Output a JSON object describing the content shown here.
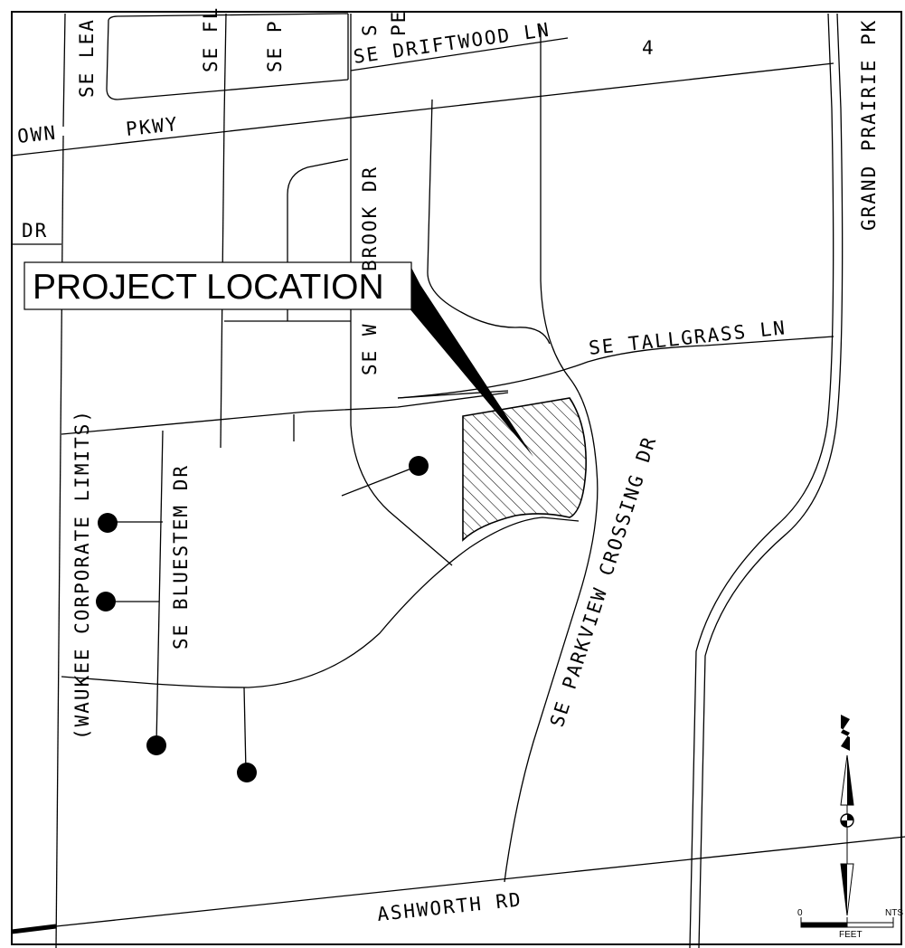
{
  "map": {
    "callout": "PROJECT LOCATION",
    "section_number": "4",
    "streets": {
      "se_lea": "SE LEA",
      "se_fl": "SE FL",
      "se_p": "SE P",
      "s_top": "S",
      "pe": "PE",
      "driftwood": "SE DRIFTWOOD LN",
      "grand_prairie": "GRAND PRAIRIE PK",
      "pkwy": "PKWY",
      "own": "OWN",
      "dr": "DR",
      "willowbrook_upper": "SE W",
      "willowbrook_lower": "BROOK DR",
      "tallgrass": "SE TALLGRASS LN",
      "parkview": "SE PARKVIEW CROSSING DR",
      "bluestem": "SE BLUESTEM DR",
      "waukee_limits": "(WAUKEE CORPORATE LIMITS)",
      "ashworth": "ASHWORTH RD"
    },
    "scale": {
      "zero": "0",
      "nts": "NTS",
      "units": "FEET"
    },
    "north_arrow_icon": "north-arrow-icon",
    "hatch_color": "#000000",
    "line_color": "#000000"
  }
}
